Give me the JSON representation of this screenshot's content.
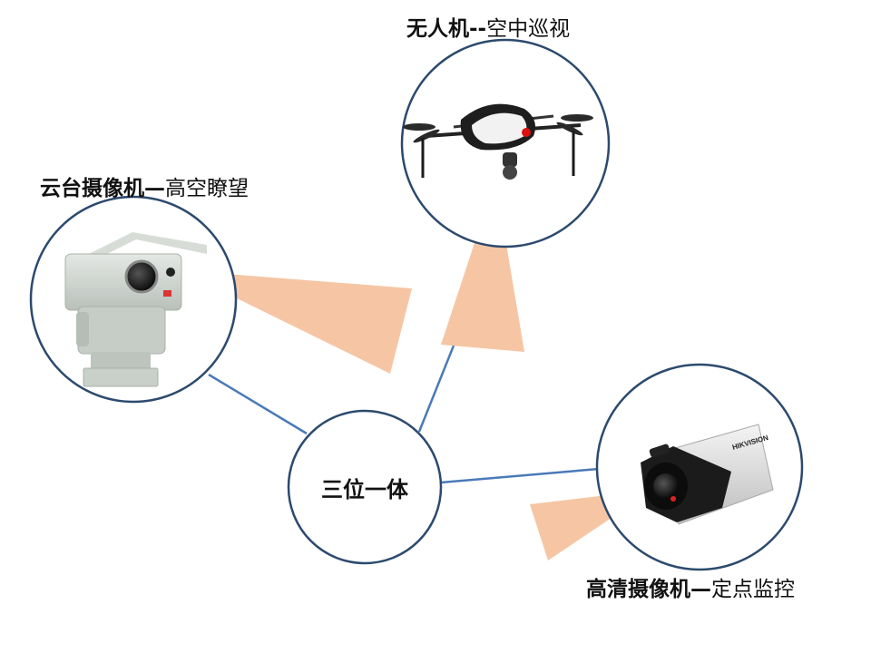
{
  "center": {
    "label": "三位一体"
  },
  "nodes": [
    {
      "bold": "无人机--",
      "normal": "空中巡视"
    },
    {
      "bold": "云台摄像机—",
      "normal": "高空瞭望"
    },
    {
      "bold": "高清摄像机—",
      "normal": "定点监控"
    }
  ],
  "brand_text": "HIKVISION",
  "colors": {
    "circle_stroke": "#2c4a6e",
    "connector": "#4a7ab8",
    "beam": "#f6c6a4"
  }
}
